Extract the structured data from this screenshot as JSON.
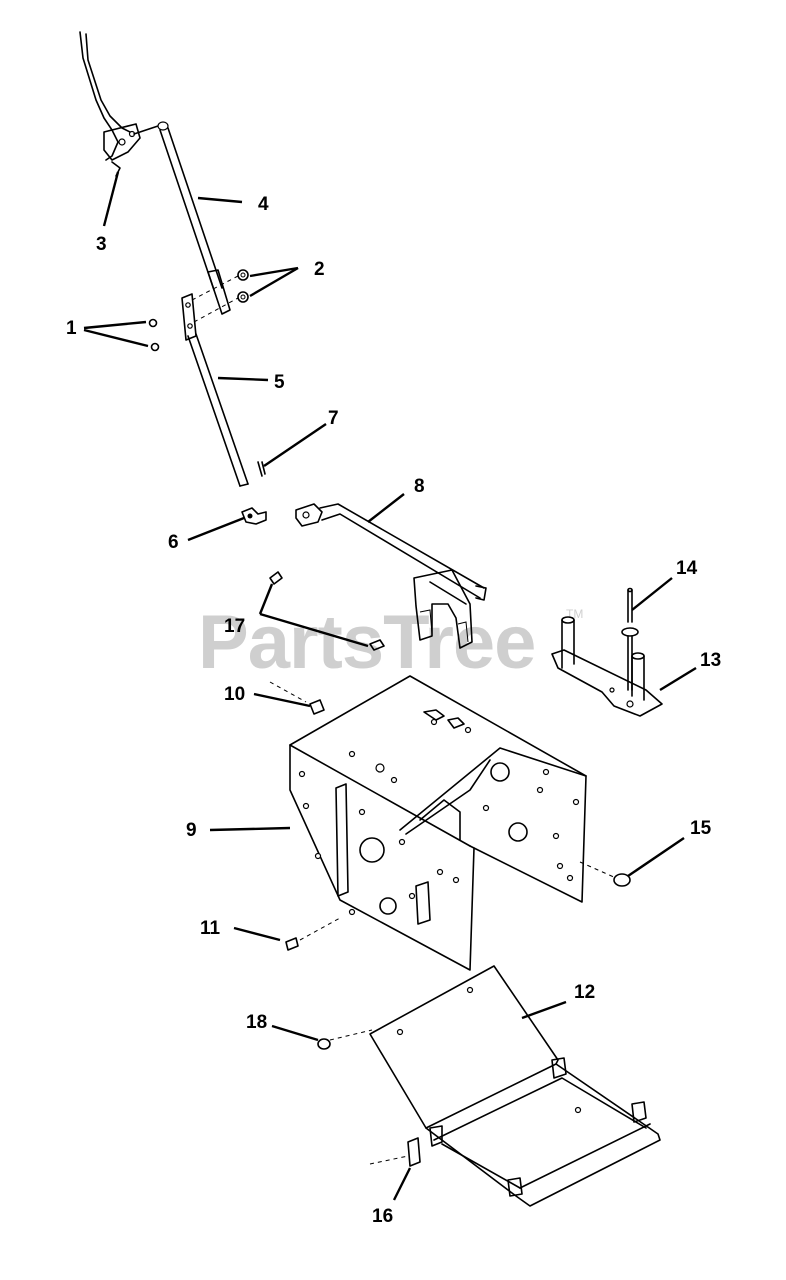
{
  "watermark": {
    "text": "PartsTree",
    "trademark": "TM"
  },
  "callouts": [
    "1",
    "2",
    "3",
    "4",
    "5",
    "6",
    "7",
    "8",
    "9",
    "10",
    "11",
    "12",
    "13",
    "14",
    "15",
    "16",
    "17",
    "18"
  ]
}
